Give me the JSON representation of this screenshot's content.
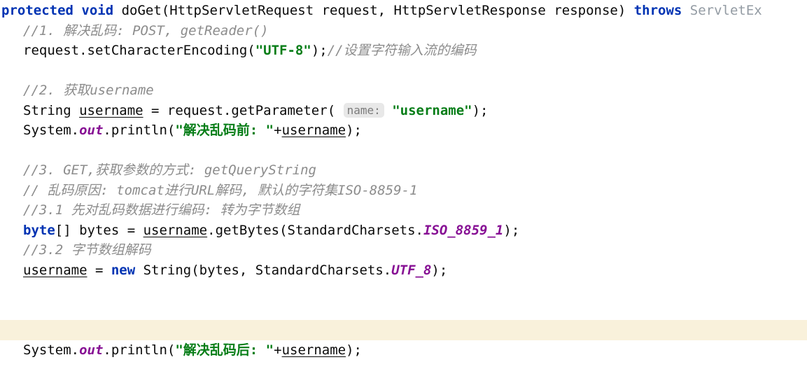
{
  "app": {
    "kind": "code-editor",
    "language": "java"
  },
  "editor": {
    "palette": {
      "background": "#FFFFFF",
      "caret_line": "#F9F1DB",
      "keyword": "#0033B3",
      "plain": "#0A0A0A",
      "comment": "#8C8C8C",
      "string": "#067D17",
      "member": "#871094",
      "constant": "#871094",
      "dim": "#939BA3",
      "hint_bg": "#E8E8E8",
      "hint_text": "#7C7C7C"
    },
    "lines": [
      {
        "indent": 0,
        "tokens": [
          {
            "t": "protected",
            "s": "kw"
          },
          {
            "t": " ",
            "s": "plain"
          },
          {
            "t": "void",
            "s": "kw"
          },
          {
            "t": " doGet(HttpServletRequest request, HttpServletResponse response) ",
            "s": "plain"
          },
          {
            "t": "throws",
            "s": "kw"
          },
          {
            "t": " ServletEx",
            "s": "dim"
          }
        ]
      },
      {
        "indent": 1,
        "tokens": [
          {
            "t": "//1. 解决乱码: POST, getReader()",
            "s": "comment"
          }
        ]
      },
      {
        "indent": 1,
        "tokens": [
          {
            "t": "request.setCharacterEncoding(",
            "s": "plain"
          },
          {
            "t": "\"UTF-8\"",
            "s": "str"
          },
          {
            "t": ");",
            "s": "plain"
          },
          {
            "t": "//设置字符输入流的编码",
            "s": "comment"
          }
        ]
      },
      {
        "indent": 1,
        "tokens": []
      },
      {
        "indent": 1,
        "tokens": [
          {
            "t": "//2. 获取username",
            "s": "comment"
          }
        ]
      },
      {
        "indent": 1,
        "tokens": [
          {
            "t": "String ",
            "s": "plain"
          },
          {
            "t": "username",
            "s": "und"
          },
          {
            "t": " = request.getParameter( ",
            "s": "plain"
          },
          {
            "t": "name:",
            "s": "hint"
          },
          {
            "t": " ",
            "s": "plain"
          },
          {
            "t": "\"username\"",
            "s": "str"
          },
          {
            "t": ");",
            "s": "plain"
          }
        ]
      },
      {
        "indent": 1,
        "tokens": [
          {
            "t": "System.",
            "s": "plain"
          },
          {
            "t": "out",
            "s": "member"
          },
          {
            "t": ".println(",
            "s": "plain"
          },
          {
            "t": "\"解决乱码前: \"",
            "s": "str"
          },
          {
            "t": "+",
            "s": "plain"
          },
          {
            "t": "username",
            "s": "und"
          },
          {
            "t": ");",
            "s": "plain"
          }
        ]
      },
      {
        "indent": 1,
        "tokens": []
      },
      {
        "indent": 1,
        "tokens": [
          {
            "t": "//3. GET,获取参数的方式: getQueryString",
            "s": "comment"
          }
        ]
      },
      {
        "indent": 1,
        "tokens": [
          {
            "t": "// 乱码原因: tomcat进行URL解码, 默认的字符集ISO-8859-1",
            "s": "comment"
          }
        ]
      },
      {
        "indent": 1,
        "tokens": [
          {
            "t": "//3.1 先对乱码数据进行编码: 转为字节数组",
            "s": "comment"
          }
        ]
      },
      {
        "indent": 1,
        "tokens": [
          {
            "t": "byte",
            "s": "kw"
          },
          {
            "t": "[] bytes = ",
            "s": "plain"
          },
          {
            "t": "username",
            "s": "und"
          },
          {
            "t": ".getBytes(StandardCharsets.",
            "s": "plain"
          },
          {
            "t": "ISO_8859_1",
            "s": "const"
          },
          {
            "t": ");",
            "s": "plain"
          }
        ]
      },
      {
        "indent": 1,
        "tokens": [
          {
            "t": "//3.2 字节数组解码",
            "s": "comment"
          }
        ]
      },
      {
        "indent": 1,
        "tokens": [
          {
            "t": "username",
            "s": "und"
          },
          {
            "t": " = ",
            "s": "plain"
          },
          {
            "t": "new",
            "s": "kw"
          },
          {
            "t": " String(bytes, StandardCharsets.",
            "s": "plain"
          },
          {
            "t": "UTF_8",
            "s": "const"
          },
          {
            "t": ");",
            "s": "plain"
          }
        ]
      },
      {
        "indent": 1,
        "tokens": []
      },
      {
        "indent": 1,
        "tokens": []
      },
      {
        "indent": 1,
        "tokens": [],
        "caret_line": true
      },
      {
        "indent": 1,
        "tokens": [
          {
            "t": "System.",
            "s": "plain"
          },
          {
            "t": "out",
            "s": "member"
          },
          {
            "t": ".println(",
            "s": "plain"
          },
          {
            "t": "\"解决乱码后: \"",
            "s": "str"
          },
          {
            "t": "+",
            "s": "plain"
          },
          {
            "t": "username",
            "s": "und"
          },
          {
            "t": ");",
            "s": "plain"
          }
        ]
      }
    ]
  }
}
